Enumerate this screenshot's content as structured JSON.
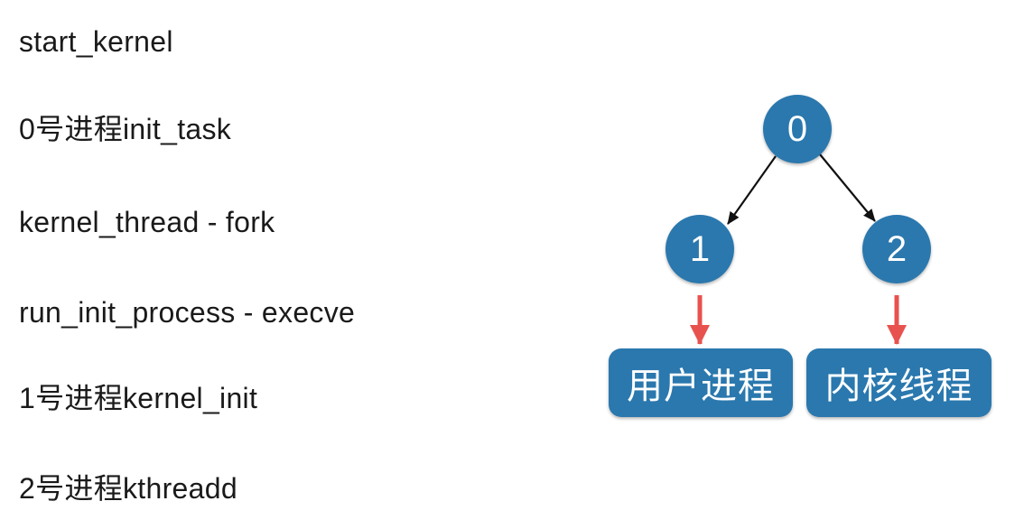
{
  "steps": [
    "start_kernel",
    "0号进程init_task",
    "kernel_thread - fork",
    "run_init_process - execve",
    "1号进程kernel_init",
    "2号进程kthreadd"
  ],
  "diagram": {
    "nodes": [
      {
        "label": "0"
      },
      {
        "label": "1"
      },
      {
        "label": "2"
      }
    ],
    "boxes": [
      {
        "label": "用户进程"
      },
      {
        "label": "内核线程"
      }
    ]
  },
  "colors": {
    "background": "#ffffff",
    "text_dark": "#1a1a1a",
    "node_blue": "#2a78ae",
    "node_text": "#ffffff",
    "edge_black": "#111111",
    "arrow_red": "#e8524e"
  }
}
